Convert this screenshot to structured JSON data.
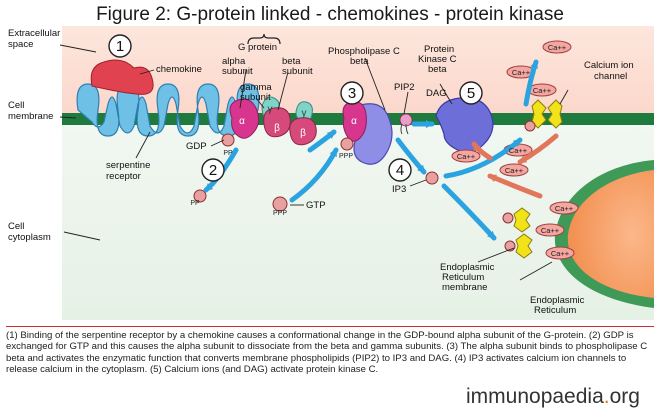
{
  "title": "Figure 2: G-protein linked - chemokines - protein kinase",
  "labels": {
    "extracellular": [
      "Extracellular",
      "space"
    ],
    "cell_membrane": [
      "Cell",
      "membrane"
    ],
    "cell_cytoplasm": [
      "Cell",
      "cytoplasm"
    ],
    "chemokine": "chemokine",
    "serpentine": [
      "serpentine",
      "receptor"
    ],
    "g_protein": "G protein",
    "alpha_subunit": [
      "alpha",
      "subunit"
    ],
    "beta_subunit": [
      "beta",
      "subunit"
    ],
    "gamma_subunit": [
      "gamma",
      "subunit"
    ],
    "gdp": "GDP",
    "gtp": "GTP",
    "plc": [
      "Phospholipase C",
      "beta"
    ],
    "pkc": [
      "Protein",
      "Kinase C",
      "beta"
    ],
    "pip2": "PIP2",
    "dag": "DAG",
    "ip3": "IP3",
    "calcium_channel": [
      "Calcium ion",
      "channel"
    ],
    "er_membrane": [
      "Endoplasmic",
      "Reticulum",
      "membrane"
    ],
    "er": [
      "Endoplasmic",
      "Reticulum"
    ],
    "ca": "Ca++",
    "pp": "PP",
    "ppp": "PPP",
    "alpha": "α",
    "beta": "β",
    "gamma": "γ"
  },
  "steps": [
    "1",
    "2",
    "3",
    "4",
    "5"
  ],
  "caption": "(1) Binding of the serpentine receptor by a chemokine causes a conformational change in the GDP-bound alpha subunit of the G-protein. (2) GDP is exchanged for GTP and this causes the alpha subunit to dissociate from the beta and gamma subunits. (3) The alpha subunit binds to phospholipase C beta and activates the enzymatic function that converts membrane phospholipids (PIP2) to IP3 and DAG. (4) IP3 activates calcium ion channels to release calcium in the cytoplasm. (5) Calcium ions (and DAG) activate protein kinase C.",
  "brand": {
    "part1": "immuno",
    "part2": "paedia",
    "dot": ".",
    "part3": "org"
  },
  "colors": {
    "membrane": "#1f7a3e",
    "receptor": "#6fc0e6",
    "chemokine": "#e0424f",
    "alpha": "#d8358f",
    "beta": "#d54a7a",
    "gamma": "#7fd3c7",
    "plc": "#8e8ee6",
    "pkc": "#6e6ed8",
    "channel": "#f2e21a",
    "arrow": "#2ba3e0",
    "arrow_red": "#e2765a",
    "er_orange": "#f7a05a",
    "er_green": "#3f9a58"
  }
}
